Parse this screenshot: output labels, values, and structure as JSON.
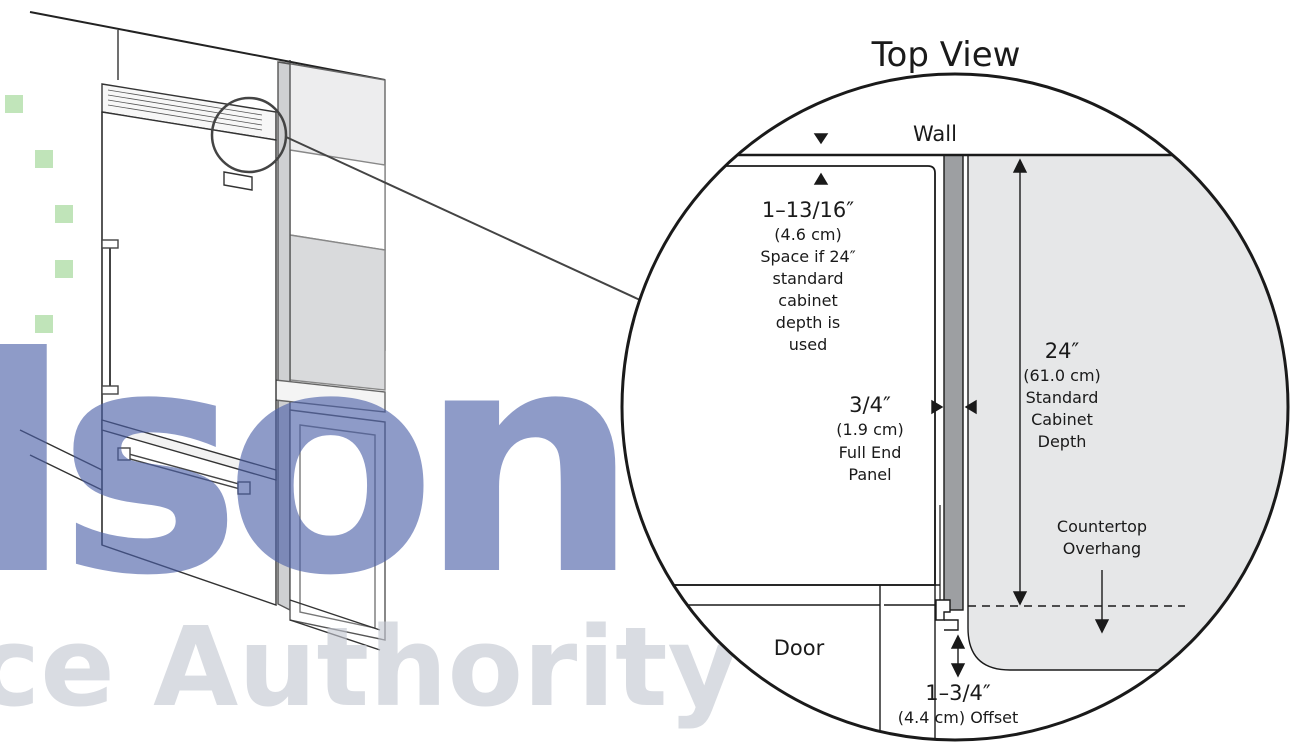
{
  "title": "Top View",
  "watermark": {
    "brand_text": "Ison",
    "tagline_text": "ce Authority™"
  },
  "labels": {
    "wall": "Wall",
    "space_dim": "1–13/16″",
    "space_metric": "(4.6 cm)",
    "space_note": [
      "Space if 24″",
      "standard",
      "cabinet",
      "depth is",
      "used"
    ],
    "panel_dim": "3/4″",
    "panel_metric": "(1.9 cm)",
    "panel_note": [
      "Full End",
      "Panel"
    ],
    "cabinet_dim": "24″",
    "cabinet_metric": "(61.0 cm)",
    "cabinet_note": [
      "Standard",
      "Cabinet",
      "Depth"
    ],
    "overhang": [
      "Countertop",
      "Overhang"
    ],
    "door": "Door",
    "offset_dim": "1–3/4″",
    "offset_metric": "(4.4 cm) Offset"
  },
  "colors": {
    "line": "#1a1a1a",
    "cabinet_fill": "#e6e7e8",
    "panel_fill": "#9d9fa2",
    "watermark_blue": "#4a5fa8",
    "watermark_green": "#9bd58f"
  }
}
